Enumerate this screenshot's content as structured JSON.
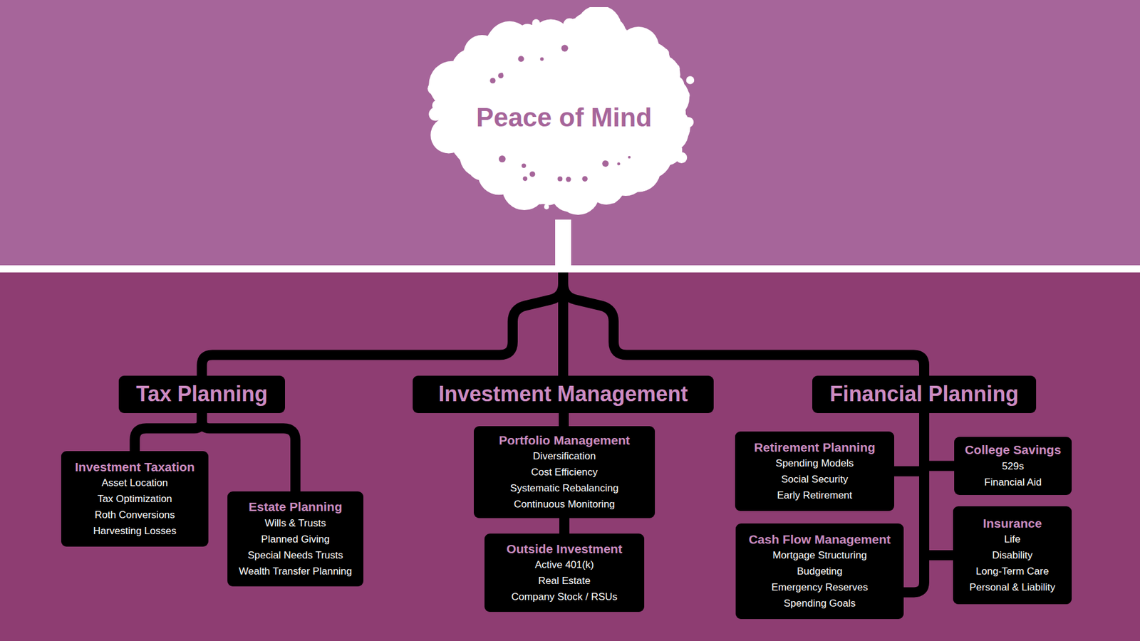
{
  "diagram": {
    "nodes": [
      {
        "text": [
          "Peace of Mind"
        ]
      },
      {
        "text": [
          "Tax Planning"
        ]
      },
      {
        "text": [
          "Investment Management"
        ]
      },
      {
        "text": [
          "Financial Planning"
        ]
      },
      {
        "text": [
          "Investment Taxation",
          "Asset Location",
          "Tax Optimization",
          "Roth Conversions",
          "Harvesting Losses"
        ]
      },
      {
        "text": [
          "Estate Planning",
          "Wills & Trusts",
          "Planned Giving",
          "Special Needs Trusts",
          "Wealth Transfer Planning"
        ]
      },
      {
        "text": [
          "Portfolio Management",
          "Diversification",
          "Cost Efficiency",
          "Systematic Rebalancing",
          "Continuous Monitoring"
        ]
      },
      {
        "text": [
          "Outside Investment",
          "Active 401(k)",
          "Real Estate",
          "Company Stock / RSUs"
        ]
      },
      {
        "text": [
          "Retirement Planning",
          "Spending Models",
          "Social Security",
          "Early Retirement"
        ]
      },
      {
        "text": [
          "College Savings",
          "529s",
          "Financial Aid"
        ]
      },
      {
        "text": [
          "Cash Flow Management",
          "Mortgage Structuring",
          "Budgeting",
          "Emergency Reserves",
          "Spending Goals"
        ]
      },
      {
        "text": [
          "Insurance",
          "Life",
          "Disability",
          "Long-Term Care",
          "Personal & Liability"
        ]
      }
    ],
    "edges": [
      {
        "from": 0,
        "to": 1,
        "arrow": "none"
      },
      {
        "from": 0,
        "to": 2,
        "arrow": "none"
      },
      {
        "from": 0,
        "to": 3,
        "arrow": "none"
      },
      {
        "from": 1,
        "to": 4,
        "arrow": "none"
      },
      {
        "from": 1,
        "to": 5,
        "arrow": "none"
      },
      {
        "from": 2,
        "to": 6,
        "arrow": "none"
      },
      {
        "from": 6,
        "to": 7,
        "arrow": "none"
      },
      {
        "from": 3,
        "to": 8,
        "arrow": "none"
      },
      {
        "from": 3,
        "to": 9,
        "arrow": "none"
      },
      {
        "from": 3,
        "to": 10,
        "arrow": "none"
      },
      {
        "from": 3,
        "to": 11,
        "arrow": "none"
      }
    ]
  }
}
